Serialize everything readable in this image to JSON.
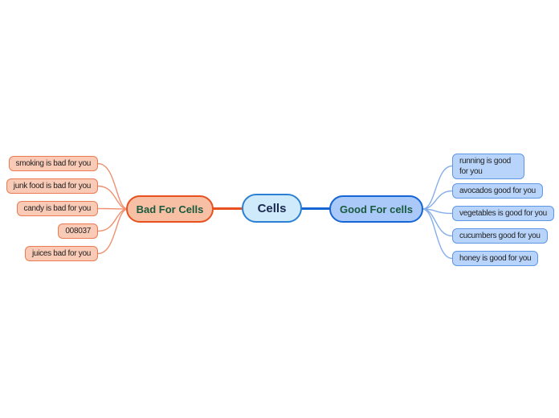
{
  "mindmap": {
    "root": {
      "label": "Cells"
    },
    "left_branch": {
      "label": "Bad For Cells",
      "children": [
        "smoking is bad for you",
        "junk food is bad for you",
        "candy is bad for you",
        "008037",
        "juices bad for you"
      ]
    },
    "right_branch": {
      "label": "Good For cells",
      "children": [
        "running is good for you",
        "avocados good for you",
        "vegetables is good for you",
        "cucumbers good for you",
        "honey is good for you"
      ]
    }
  },
  "theme": {
    "accent_orange": "#e8511f",
    "accent_orange_soft": "#ec7a52",
    "curve_orange": "#ef9070",
    "fill_salmon": "#f7c0a5",
    "fill_salmon_light": "#f9cab6",
    "accent_blue": "#1566d4",
    "accent_blue_soft": "#5e97e6",
    "curve_blue": "#85aeea",
    "fill_blue": "#abc9f8",
    "fill_blue_light": "#b9d4fa",
    "fill_cyan": "#cfeafb",
    "border_cyan": "#2b80d3",
    "text_green": "#175a3d",
    "text_navy": "#17294e",
    "text_dark": "#1f1f1f",
    "canvas_bg": "#ffffff"
  }
}
